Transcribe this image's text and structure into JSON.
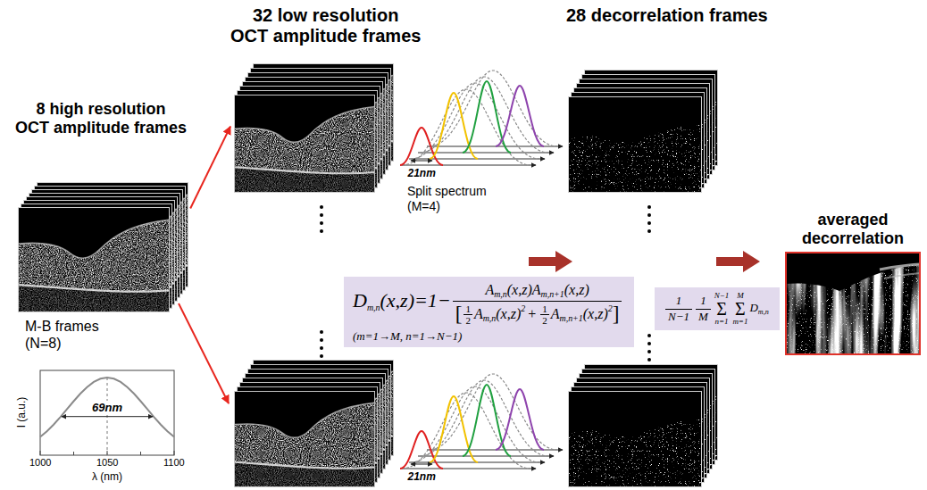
{
  "diagram": {
    "nodes": [
      {
        "text": [
          "8 high resolution OCT amplitude frames"
        ]
      },
      {
        "text": [
          "32 low resolution OCT amplitude frames"
        ]
      },
      {
        "text": [
          "D",
          "m,n",
          "(x,z)",
          "=1−",
          "A",
          "m,n",
          "(x,z)",
          "A",
          "m,n+1",
          "(x,z)",
          "[",
          "1",
          "2",
          "A",
          "m,n",
          "(x,z)",
          "2",
          "+",
          "1",
          "2",
          "A",
          "m,n+1",
          "(x,z)",
          "2",
          "]",
          "(m=1→M, n=1→N−1)"
        ]
      },
      {
        "text": [
          "28 decorrelation frames"
        ]
      },
      {
        "text": [
          "1",
          "N−1",
          "1",
          "M",
          "N−1",
          "Σ",
          "n=1",
          "M",
          "Σ",
          "m=1",
          "D",
          "m,n"
        ]
      },
      {
        "text": [
          "averaged decorrelation"
        ]
      }
    ],
    "edges": [
      {
        "from": 0,
        "to": 1,
        "arrow": "to"
      }
    ],
    "labels": [
      "M-B frames (N=8)",
      "I (a.u.)",
      "69nm",
      "1000",
      "1050",
      "1100",
      "λ (nm)",
      "21nm",
      "Split spectrum (M=4)",
      "21nm"
    ]
  }
}
